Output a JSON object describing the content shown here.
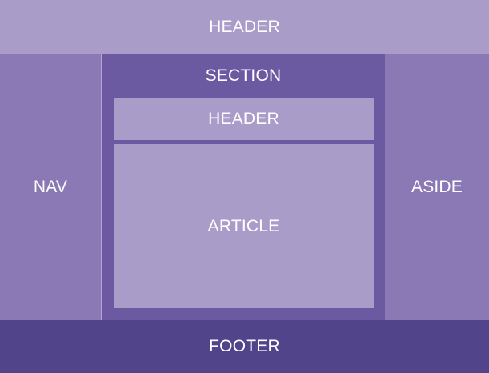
{
  "layout": {
    "header": "HEADER",
    "nav": "NAV",
    "section": "SECTION",
    "section_header": "HEADER",
    "article": "ARTICLE",
    "aside": "ASIDE",
    "footer": "FOOTER"
  },
  "colors": {
    "light": "#aa9cc9",
    "medium": "#8b79b6",
    "section": "#6b5aa2",
    "dark": "#51448b",
    "text": "#ffffff"
  }
}
